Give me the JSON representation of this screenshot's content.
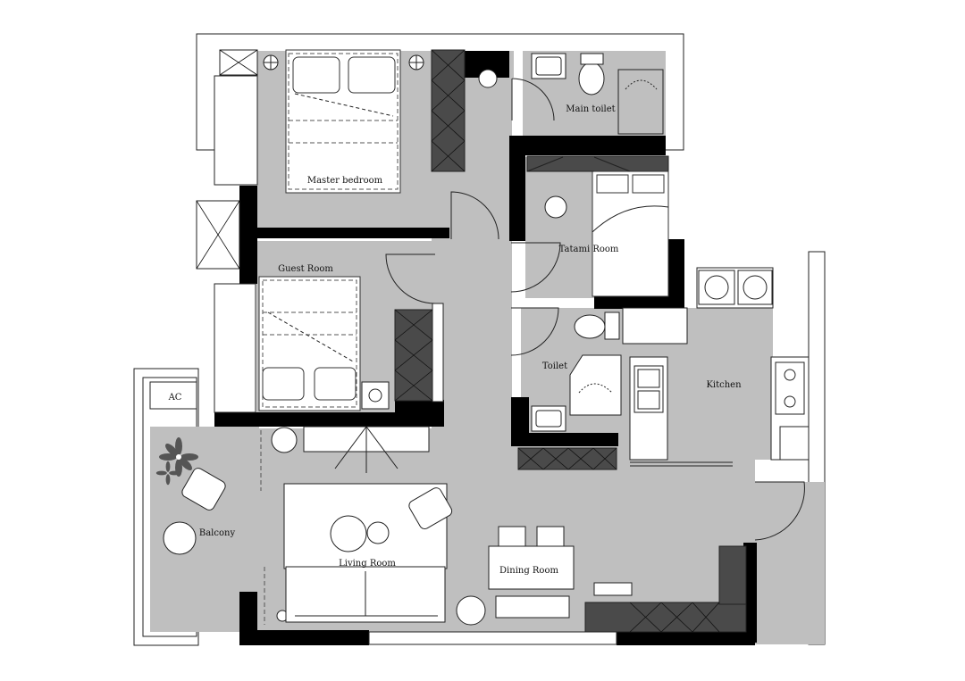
{
  "rooms": {
    "master_bedroom": "Master bedroom",
    "main_toilet": "Main toilet",
    "tatami_room": "Tatami  Room",
    "guest_room": "Guest Room",
    "toilet": "Toilet",
    "kitchen": "Kitchen",
    "balcony": "Balcony",
    "living_room": "Living  Room",
    "dining_room": "Dining Room"
  },
  "labels": {
    "ac": "AC"
  },
  "colors": {
    "floor": "#bfbfbf",
    "wall": "#000000",
    "cabinet": "#4a4a4a",
    "background": "#ffffff"
  }
}
